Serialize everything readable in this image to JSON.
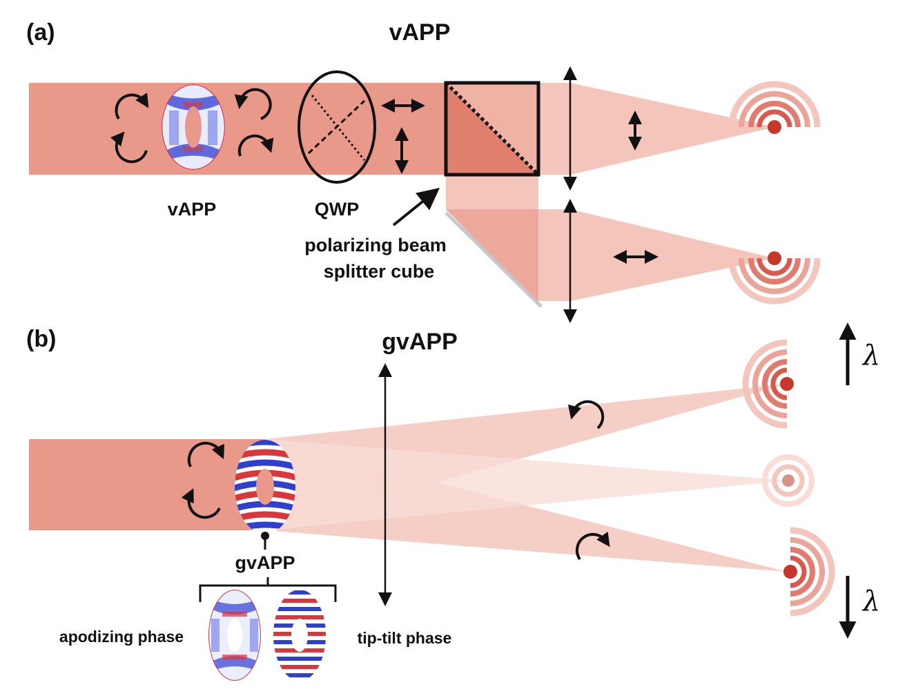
{
  "panel_a": {
    "tag": "(a)",
    "title": "vAPP",
    "labels": {
      "vapp": "vAPP",
      "qwp": "QWP",
      "pbs_line1": "polarizing beam",
      "pbs_line2": "splitter cube"
    }
  },
  "panel_b": {
    "tag": "(b)",
    "title": "gvAPP",
    "labels": {
      "gvapp": "gvAPP",
      "apodizing": "apodizing phase",
      "tiptilt": "tip-tilt phase"
    },
    "lambda_up": "λ",
    "lambda_down": "λ"
  },
  "colors": {
    "beam": "#e8998a",
    "beam_light": "#f3c5bb",
    "psf_core": "#c8382a",
    "psf_ring": "#e27b6e",
    "phase_red": "#d9363e",
    "phase_blue": "#2f3fd0",
    "ink": "#111111"
  }
}
